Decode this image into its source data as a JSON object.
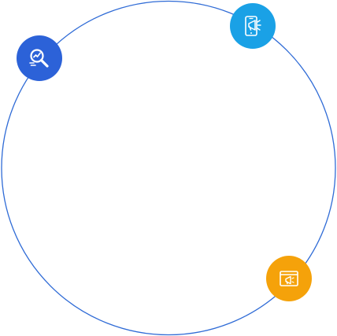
{
  "ring": {
    "stroke_color": "#2f6bd6"
  },
  "badges": [
    {
      "name": "seo-search-analytics",
      "icon": "magnifier-analytics-icon",
      "color": "#2c62d8"
    },
    {
      "name": "mobile-marketing",
      "icon": "phone-megaphone-icon",
      "color": "#1aa1e6"
    },
    {
      "name": "web-advertising",
      "icon": "browser-megaphone-icon",
      "color": "#f5a20a"
    }
  ]
}
